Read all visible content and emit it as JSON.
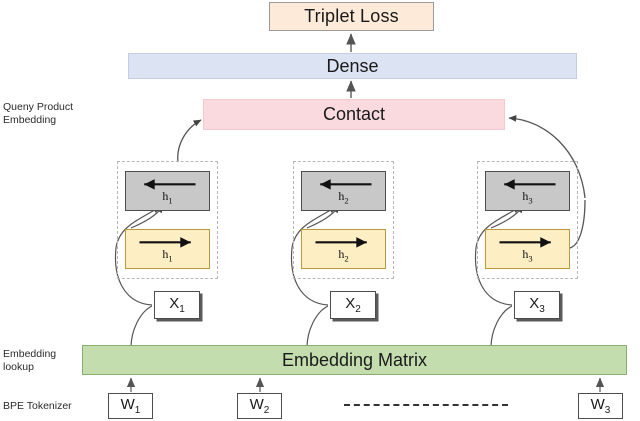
{
  "diagram": {
    "title": "Bi-LSTM Query/Product Embedding with Triplet Loss",
    "type": "neural-network-architecture"
  },
  "nodes": {
    "triplet_loss": "Triplet Loss",
    "dense": "Dense",
    "contact": "Contact",
    "embedding_matrix": "Embedding Matrix"
  },
  "side_labels": {
    "query_product_embedding": "Queny Product Embedding",
    "embedding_lookup": "Embedding lookup",
    "bpe_tokenizer": "BPE Tokenizer"
  },
  "lstm_groups": [
    {
      "backward_label": "h",
      "backward_sub": "1",
      "forward_label": "h",
      "forward_sub": "1"
    },
    {
      "backward_label": "h",
      "backward_sub": "2",
      "forward_label": "h",
      "forward_sub": "2"
    },
    {
      "backward_label": "h",
      "backward_sub": "3",
      "forward_label": "h",
      "forward_sub": "3"
    }
  ],
  "embedding_inputs": [
    {
      "label": "X",
      "sub": "1"
    },
    {
      "label": "X",
      "sub": "2"
    },
    {
      "label": "X",
      "sub": "3"
    }
  ],
  "tokens": [
    {
      "label": "W",
      "sub": "1"
    },
    {
      "label": "W",
      "sub": "2"
    },
    {
      "label": "W",
      "sub": "3"
    }
  ],
  "ellipsis": "--------------------------",
  "colors": {
    "triplet_loss_fill": "#fdead9",
    "dense_fill": "#dce3f2",
    "contact_fill": "#fadade",
    "embedding_matrix_fill": "#c3ddaf",
    "backward_cell_fill": "#c8c8c8",
    "forward_cell_fill": "#fdeec4",
    "group_border": "#b6b6b6",
    "arrow_stroke": "#3a3a3a"
  }
}
